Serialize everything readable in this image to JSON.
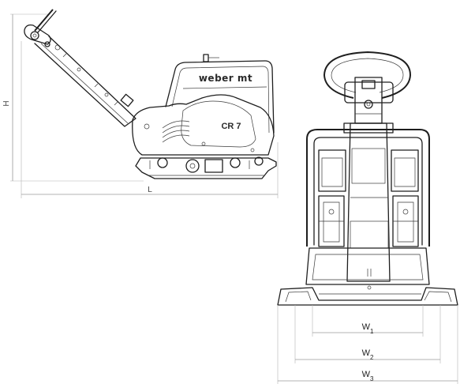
{
  "side_view": {
    "brand": "weber mt",
    "model": "CR 7",
    "height_label": "H",
    "length_label": "L"
  },
  "front_view": {
    "width_labels": [
      {
        "main": "W",
        "sub": "1"
      },
      {
        "main": "W",
        "sub": "2"
      },
      {
        "main": "W",
        "sub": "3"
      }
    ]
  }
}
